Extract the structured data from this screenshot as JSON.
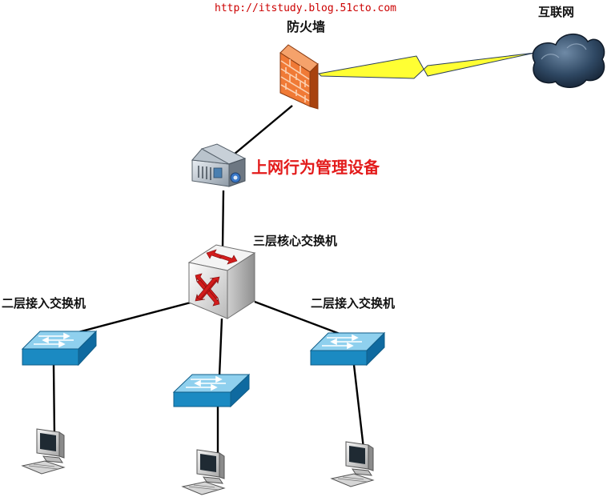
{
  "watermark_url": "http://itstudy.blog.51cto.com",
  "colors": {
    "url_text": "#cc0000",
    "highlight_label": "#e31b1b",
    "label_text": "#111111",
    "link_line": "#000000",
    "lightning": "#ffff33",
    "switch_top": "#8fd0ee",
    "switch_side": "#1b8ac2",
    "firewall_front": "#f07a36",
    "cloud": "#2d4660"
  },
  "nodes": {
    "internet": {
      "label": "互联网",
      "icon": "cloud-icon"
    },
    "firewall": {
      "label": "防火墙",
      "icon": "firewall-icon"
    },
    "behavior_mgmt": {
      "label": "上网行为管理设备",
      "icon": "server-icon"
    },
    "core_switch": {
      "label": "三层核心交换机",
      "icon": "layer3-switch-icon"
    },
    "access_switches": [
      {
        "label": "二层接入交换机",
        "icon": "switch-icon"
      },
      {
        "label": "",
        "icon": "switch-icon"
      },
      {
        "label": "二层接入交换机",
        "icon": "switch-icon"
      }
    ],
    "pcs": [
      {
        "icon": "pc-icon"
      },
      {
        "icon": "pc-icon"
      },
      {
        "icon": "pc-icon"
      }
    ]
  }
}
